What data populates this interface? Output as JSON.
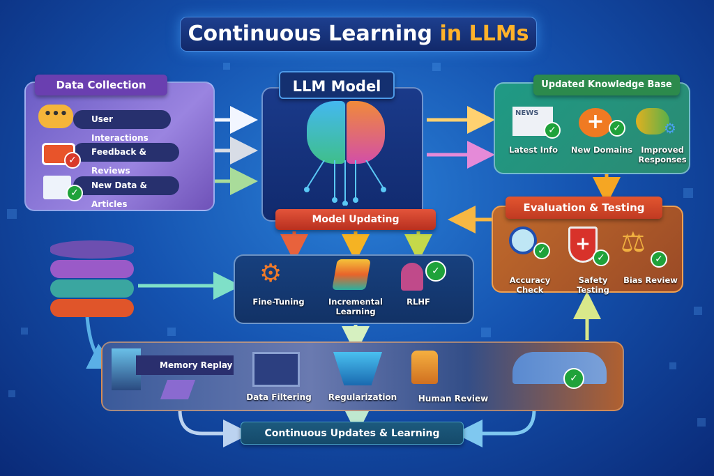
{
  "title": {
    "main": "Continuous Learning",
    "accent": "in LLMs"
  },
  "data_collection": {
    "header": "Data Collection",
    "items": [
      {
        "label": "User Interactions",
        "icon": "chat-bubbles-icon"
      },
      {
        "label": "Feedback & Reviews",
        "icon": "clipboard-check-icon"
      },
      {
        "label": "New Data & Articles",
        "icon": "document-check-icon"
      }
    ]
  },
  "llm_model": {
    "header": "LLM Model",
    "updating_label": "Model Updating"
  },
  "knowledge_base": {
    "header": "Updated Knowledge Base",
    "items": [
      {
        "label": "Latest Info",
        "icon": "newspaper-icon",
        "icon_text": "NEWS"
      },
      {
        "label": "New Domains",
        "icon": "plus-circle-icon"
      },
      {
        "label": "Improved Responses",
        "icon": "brain-gear-icon"
      }
    ]
  },
  "evaluation": {
    "header": "Evaluation & Testing",
    "items": [
      {
        "label": "Accuracy Check",
        "icon": "magnifier-check-icon"
      },
      {
        "label": "Safety Testing",
        "icon": "shield-cross-icon"
      },
      {
        "label": "Bias Review",
        "icon": "scales-icon"
      }
    ]
  },
  "methods": {
    "items": [
      {
        "label": "Fine-Tuning",
        "icon": "gears-icon"
      },
      {
        "label": "Incremental Learning",
        "icon": "layers-icon"
      },
      {
        "label": "RLHF",
        "icon": "person-check-icon"
      }
    ]
  },
  "safeguards": {
    "items": [
      {
        "label": "Memory Replay",
        "icon": "server-stack-icon"
      },
      {
        "label": "Data Filtering",
        "icon": "filter-box-icon"
      },
      {
        "label": "Regularization",
        "icon": "funnel-icon"
      },
      {
        "label": "Human Review",
        "icon": "lock-sliders-icon"
      },
      {
        "label": "",
        "icon": "team-check-icon"
      }
    ]
  },
  "footer": {
    "label": "Continuous Updates & Learning"
  },
  "colors": {
    "accent": "#ffb22a",
    "purple": "#7b5bc9",
    "green": "#2f9a78",
    "orange": "#c9692a",
    "red": "#d2412c"
  }
}
